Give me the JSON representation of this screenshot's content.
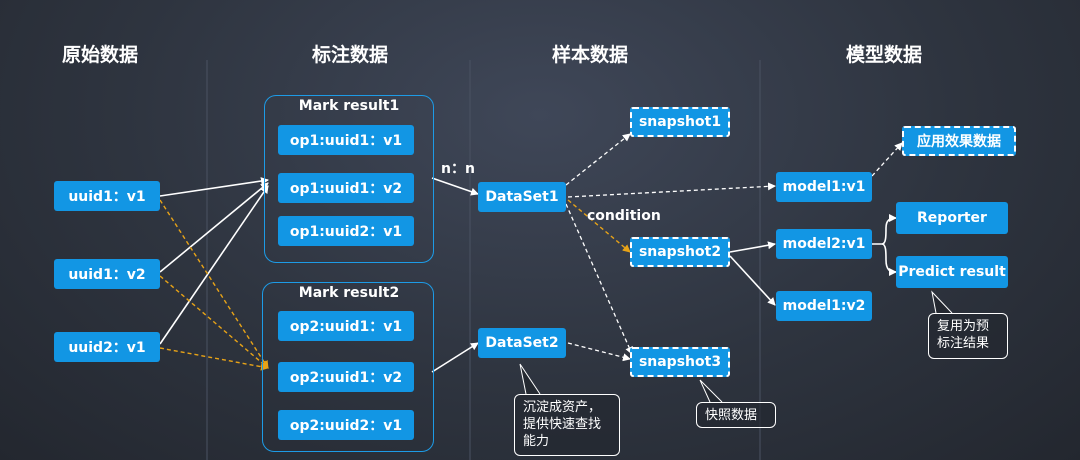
{
  "headers": {
    "raw_data": "原始数据",
    "labeled_data": "标注数据",
    "sample_data": "样本数据",
    "model_data": "模型数据"
  },
  "raw": {
    "uuid1_v1": "uuid1：v1",
    "uuid1_v2": "uuid1：v2",
    "uuid2_v1": "uuid2：v1"
  },
  "mark1": {
    "title": "Mark result1",
    "items": [
      "op1:uuid1：v1",
      "op1:uuid1：v2",
      "op1:uuid2：v1"
    ]
  },
  "mark2": {
    "title": "Mark result2",
    "items": [
      "op2:uuid1：v1",
      "op2:uuid1：v2",
      "op2:uuid2：v1"
    ]
  },
  "edge_labels": {
    "n_to_n": "n：n",
    "condition": "condition"
  },
  "datasets": {
    "dataset1": "DataSet1",
    "dataset2": "DataSet2"
  },
  "snapshots": {
    "snapshot1": "snapshot1",
    "snapshot2": "snapshot2",
    "snapshot3": "snapshot3"
  },
  "models": {
    "model1_v1": "model1:v1",
    "model2_v1": "model2:v1",
    "model1_v2": "model1:v2"
  },
  "outputs": {
    "app_effect": "应用效果数据",
    "reporter": "Reporter",
    "predict_result": "Predict result"
  },
  "callouts": {
    "dataset_note": "沉淀成资产，提供快速查找能力",
    "snapshot_note": "快照数据",
    "predict_note": "复用为预标注结果"
  },
  "colors": {
    "node_fill": "#1296e4",
    "group_border": "#1d9be6",
    "cross_link": "#e8a317",
    "link": "#ffffff"
  }
}
